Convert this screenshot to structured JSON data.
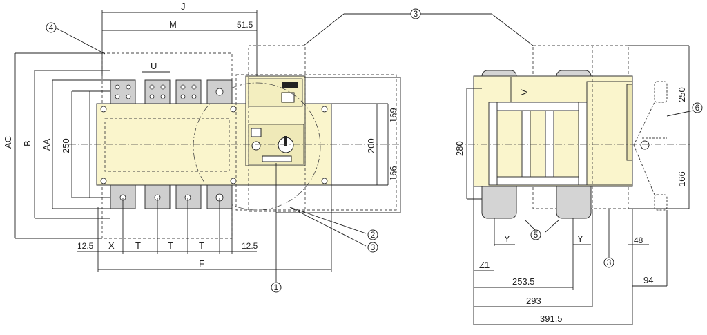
{
  "front_view": {
    "dims": {
      "J": "J",
      "M": "M",
      "d51_5": "51.5",
      "U": "U",
      "AC": "AC",
      "B": "B",
      "AA": "AA",
      "d250": "250",
      "eq_top": "=",
      "eq_bottom": "=",
      "d169": "169",
      "d200": "200",
      "d166": "166",
      "d12_5_left": "12.5",
      "X": "X",
      "T1": "T",
      "T2": "T",
      "T3": "T",
      "d12_5_right": "12.5",
      "F": "F"
    },
    "callouts": {
      "c1": "1",
      "c2": "2",
      "c3_top": "3",
      "c3_right": "3",
      "c4": "4"
    }
  },
  "side_view": {
    "dims": {
      "V": "V",
      "d250": "250",
      "d280": "280",
      "d166": "166",
      "Y_left": "Y",
      "Y_right": "Y",
      "d48": "48",
      "Z1": "Z1",
      "d253_5": "253.5",
      "d293": "293",
      "d391_5": "391.5",
      "d94": "94"
    },
    "callouts": {
      "c3": "3",
      "c5": "5",
      "c6": "6"
    }
  }
}
